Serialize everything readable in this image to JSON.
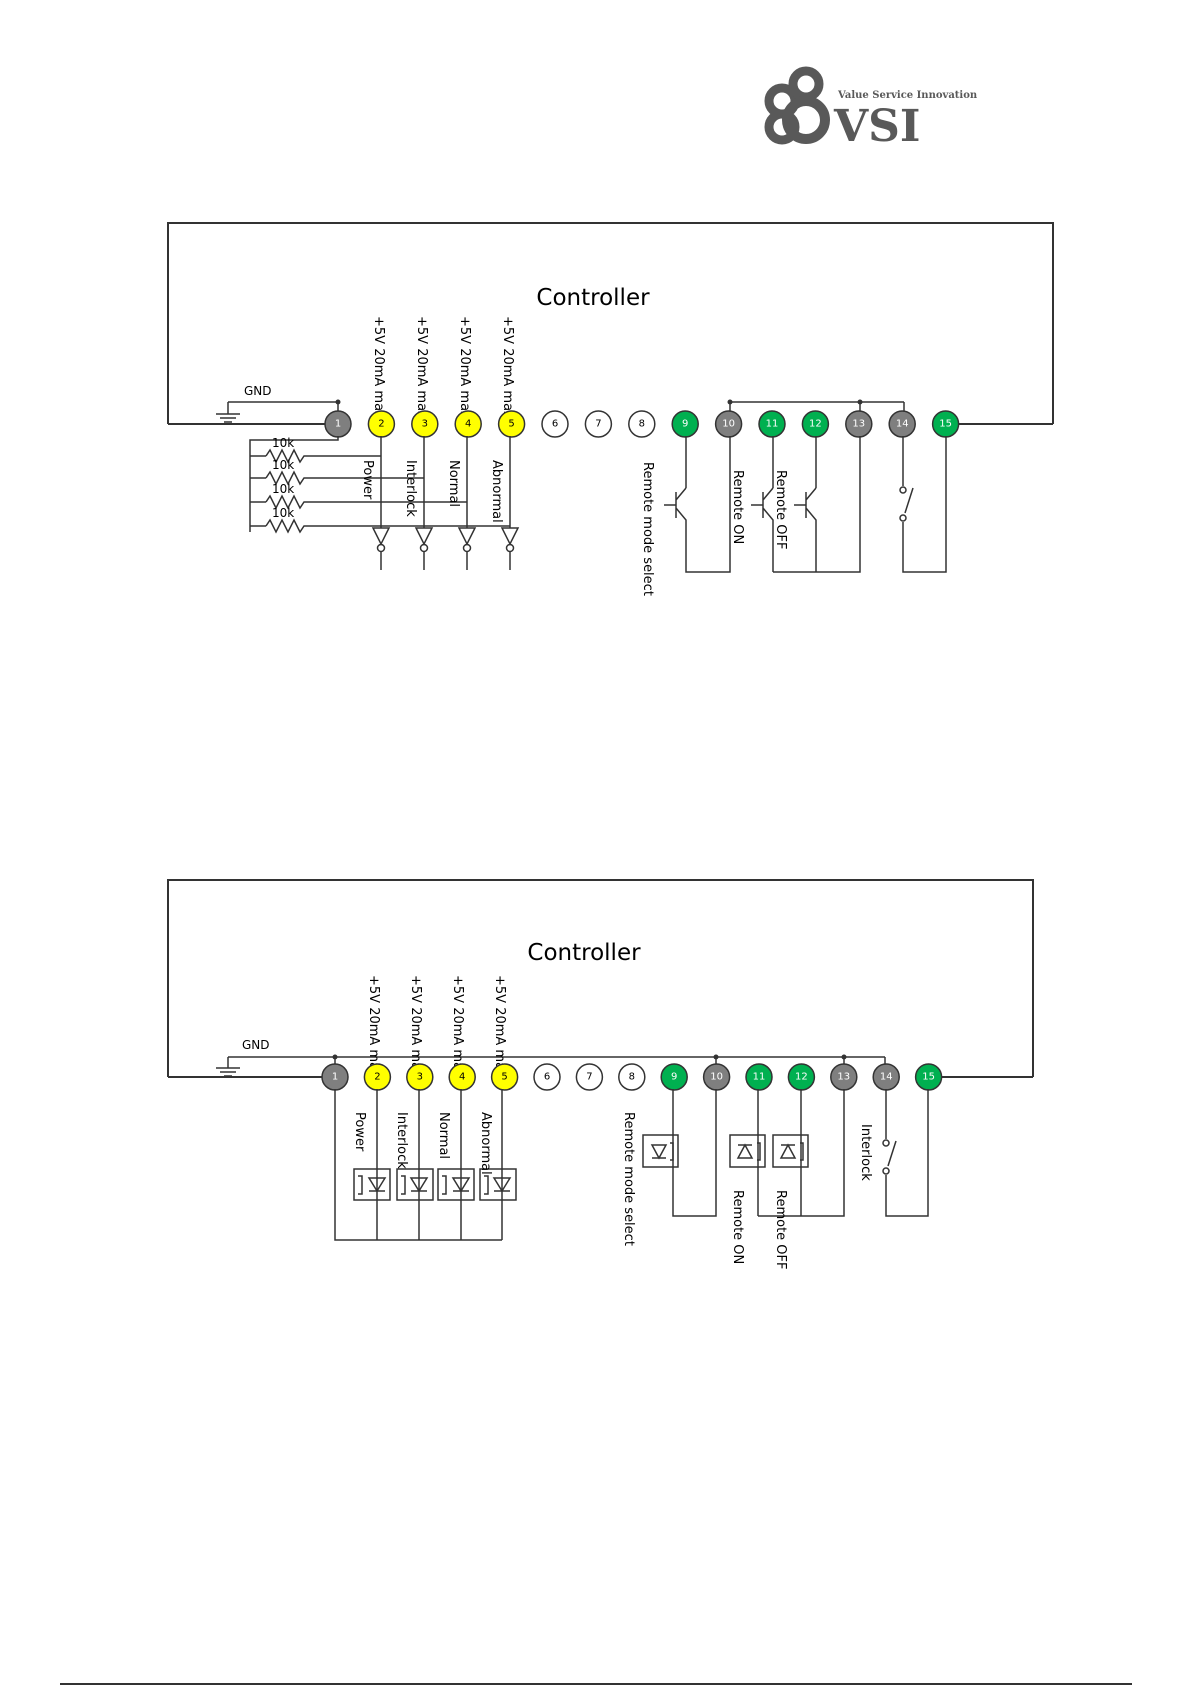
{
  "logo": {
    "tagline": "Value Service Innovation",
    "wordmark": "VSI"
  },
  "colors": {
    "grey": "#7f7f7f",
    "yellow": "#ffff00",
    "white": "#ffffff",
    "green": "#00b050",
    "line": "#333333"
  },
  "diagram1": {
    "title": "Controller",
    "gnd": "GND",
    "pins": [
      {
        "n": "1",
        "c": "grey"
      },
      {
        "n": "2",
        "c": "yellow"
      },
      {
        "n": "3",
        "c": "yellow"
      },
      {
        "n": "4",
        "c": "yellow"
      },
      {
        "n": "5",
        "c": "yellow"
      },
      {
        "n": "6",
        "c": "white"
      },
      {
        "n": "7",
        "c": "white"
      },
      {
        "n": "8",
        "c": "white"
      },
      {
        "n": "9",
        "c": "green"
      },
      {
        "n": "10",
        "c": "grey"
      },
      {
        "n": "11",
        "c": "green"
      },
      {
        "n": "12",
        "c": "green"
      },
      {
        "n": "13",
        "c": "grey"
      },
      {
        "n": "14",
        "c": "grey"
      },
      {
        "n": "15",
        "c": "green"
      }
    ],
    "supply_labels": [
      "+5V 20mA max",
      "+5V 20mA max",
      "+5V 20mA max",
      "+5V 20mA max"
    ],
    "signal_labels": [
      "Power",
      "Interlock",
      "Normal",
      "Abnormal"
    ],
    "resistors": [
      "10k",
      "10k",
      "10k",
      "10k"
    ],
    "remote_mode": "Remote mode select",
    "remote_on": "Remote ON",
    "remote_off": "Remote OFF"
  },
  "diagram2": {
    "title": "Controller",
    "gnd": "GND",
    "pins": [
      {
        "n": "1",
        "c": "grey"
      },
      {
        "n": "2",
        "c": "yellow"
      },
      {
        "n": "3",
        "c": "yellow"
      },
      {
        "n": "4",
        "c": "yellow"
      },
      {
        "n": "5",
        "c": "yellow"
      },
      {
        "n": "6",
        "c": "white"
      },
      {
        "n": "7",
        "c": "white"
      },
      {
        "n": "8",
        "c": "white"
      },
      {
        "n": "9",
        "c": "green"
      },
      {
        "n": "10",
        "c": "grey"
      },
      {
        "n": "11",
        "c": "green"
      },
      {
        "n": "12",
        "c": "green"
      },
      {
        "n": "13",
        "c": "grey"
      },
      {
        "n": "14",
        "c": "grey"
      },
      {
        "n": "15",
        "c": "green"
      }
    ],
    "supply_labels": [
      "+5V 20mA max",
      "+5V 20mA max",
      "+5V 20mA max",
      "+5V 20mA max"
    ],
    "signal_labels": [
      "Power",
      "Interlock",
      "Normal",
      "Abnormal"
    ],
    "remote_mode": "Remote mode select",
    "remote_on": "Remote ON",
    "remote_off": "Remote OFF",
    "interlock": "Interlock"
  }
}
